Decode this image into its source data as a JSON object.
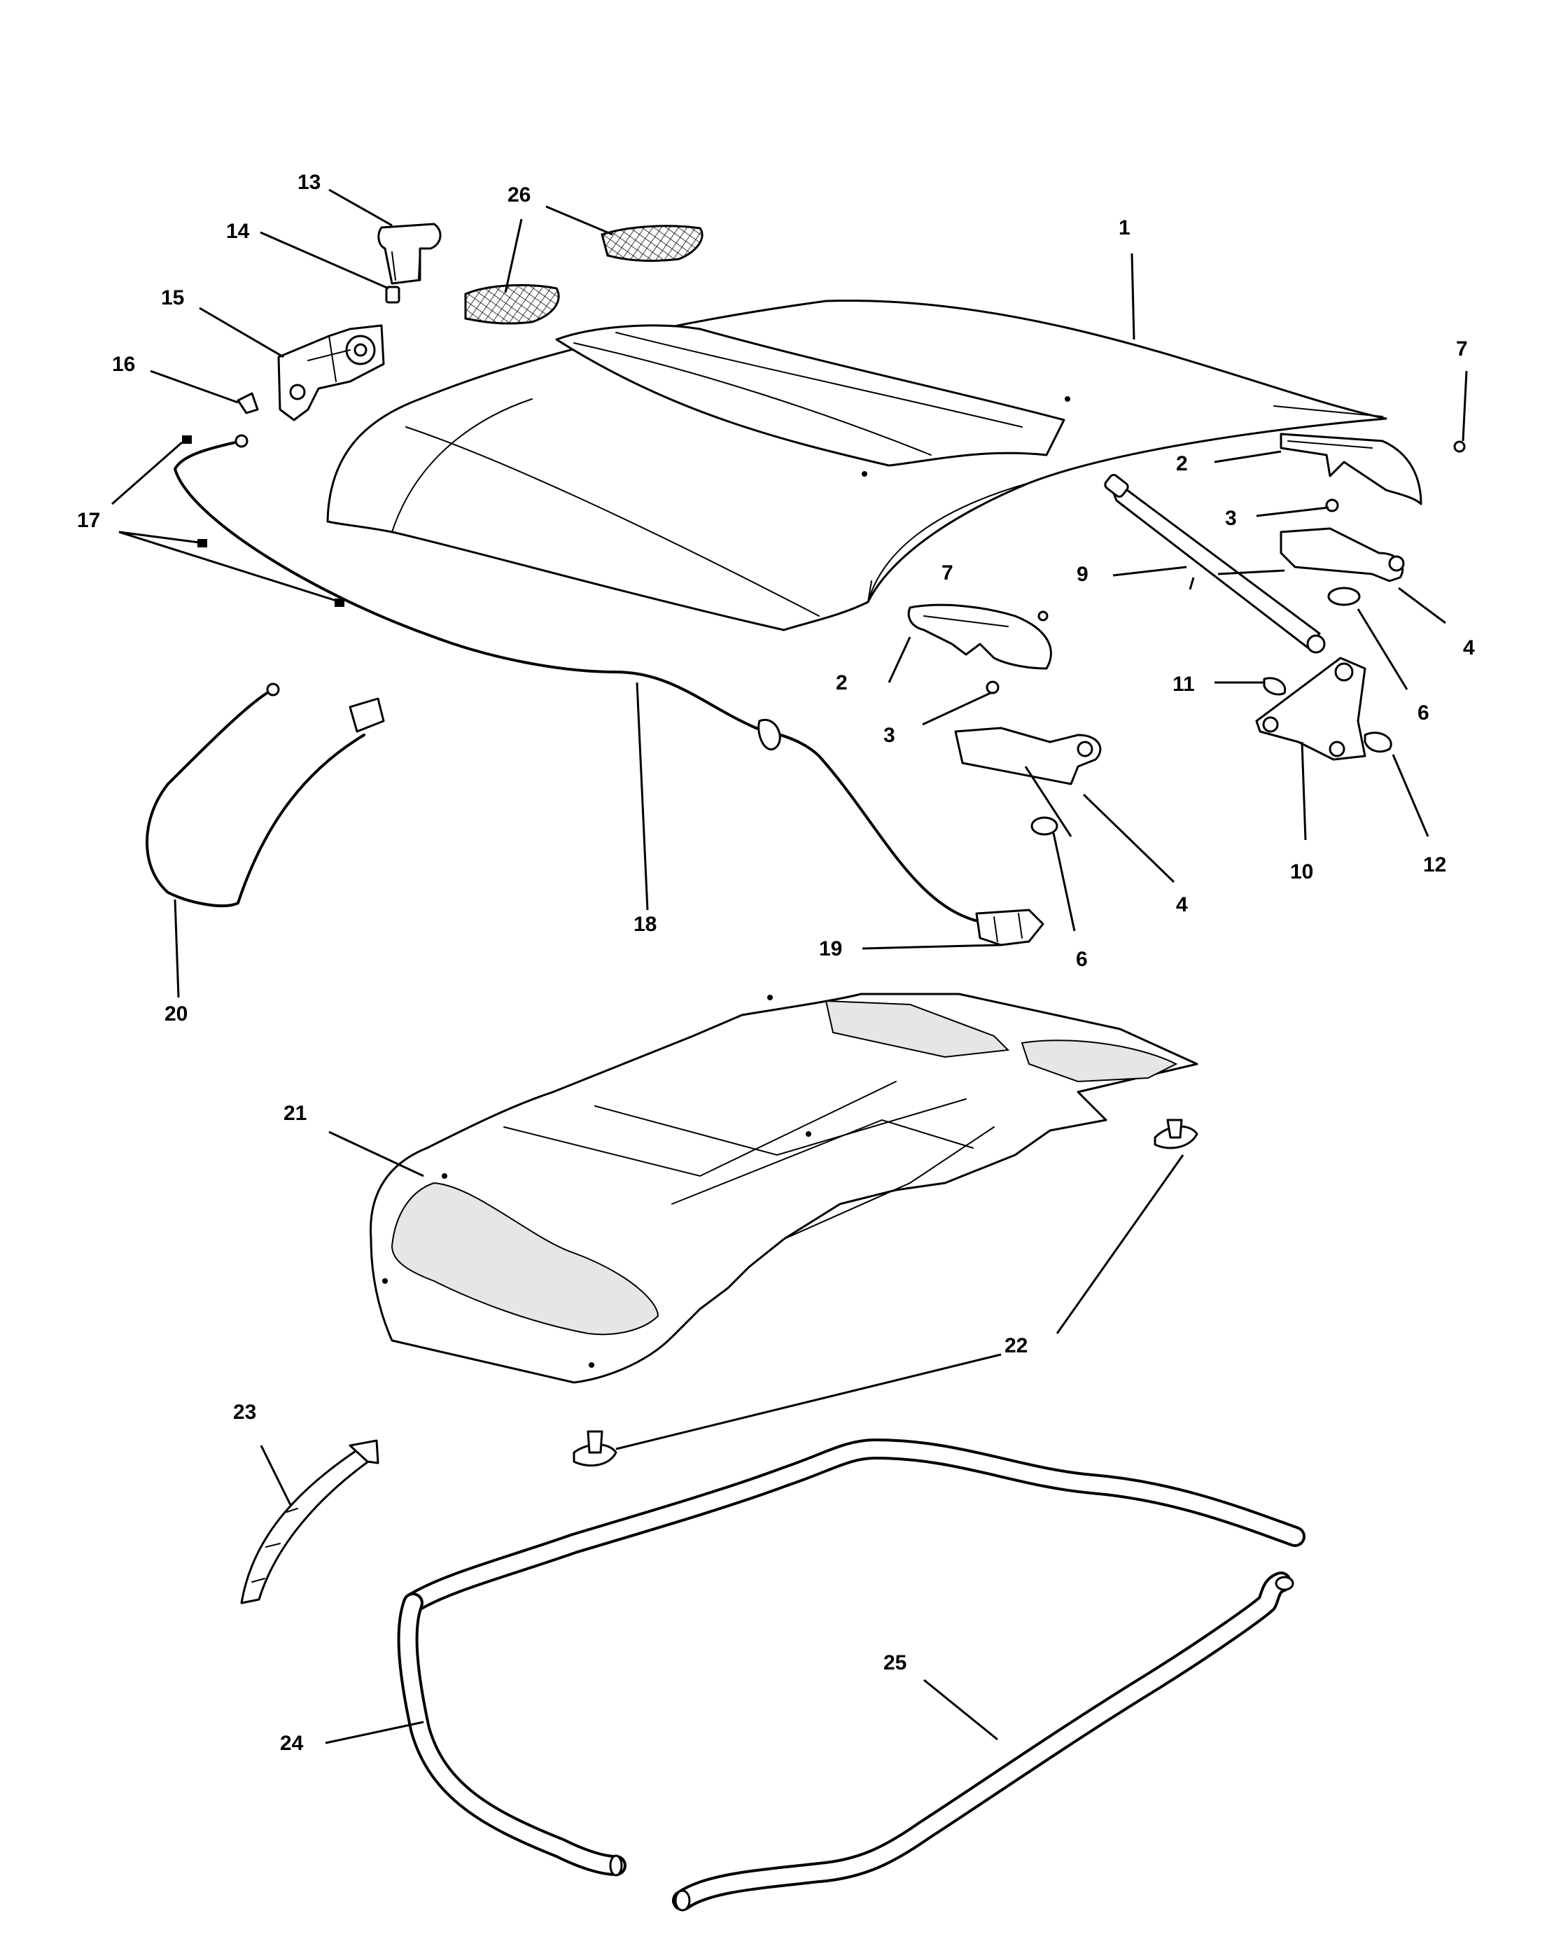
{
  "callouts": [
    "1",
    "2",
    "3",
    "4",
    "6",
    "7",
    "9",
    "10",
    "11",
    "12",
    "13",
    "14",
    "15",
    "16",
    "17",
    "18",
    "19",
    "20",
    "21",
    "22",
    "23",
    "24",
    "25",
    "26"
  ],
  "icons": {
    "hood": "hood-panel-icon",
    "scoop": "hood-scoop-grille-icon",
    "latch": "hood-latch-icon",
    "hinge": "hood-hinge-icon",
    "strut": "gas-strut-icon",
    "cable": "release-cable-icon",
    "insulator": "hood-insulator-icon",
    "clip": "push-pin-clip-icon",
    "seal": "weatherstrip-seal-icon"
  }
}
